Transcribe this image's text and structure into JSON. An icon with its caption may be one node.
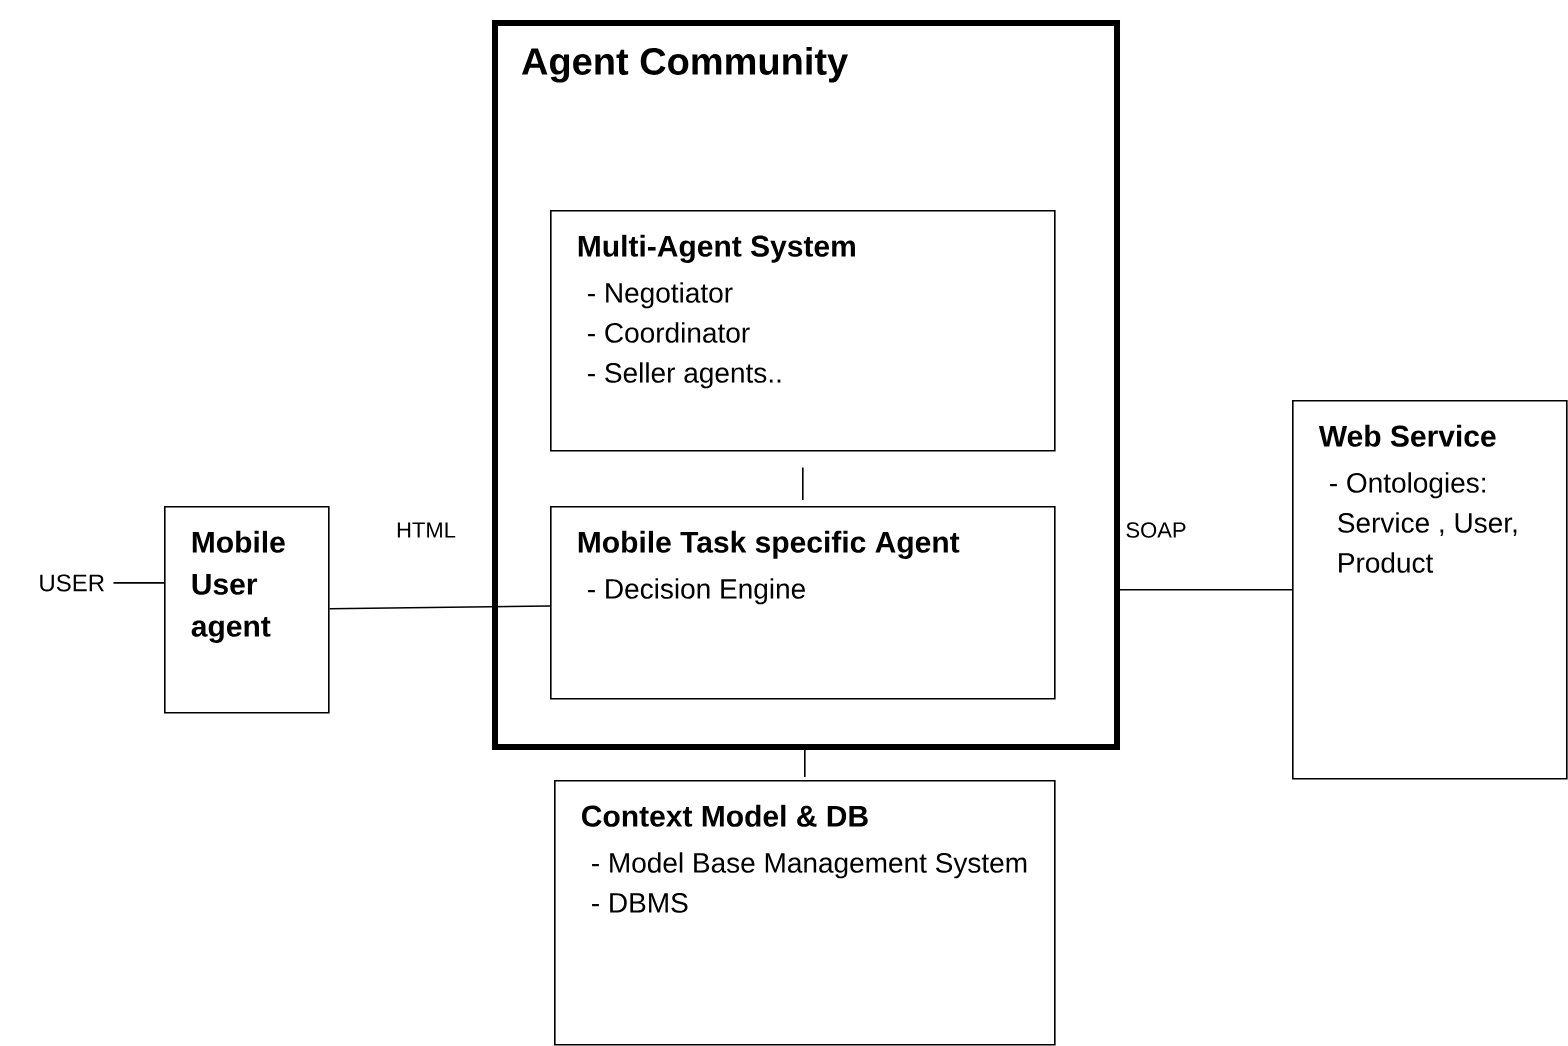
{
  "diagram": {
    "nodes": [
      {
        "text": [
          "USER"
        ]
      },
      {
        "text": [
          "Mobile User agent"
        ]
      },
      {
        "text": [
          "Agent Community"
        ]
      },
      {
        "text": [
          "Multi-Agent System",
          "- Negotiator",
          "- Coordinator",
          "- Seller agents.."
        ],
        "in": 2
      },
      {
        "text": [
          "Mobile Task specific Agent",
          "- Decision Engine"
        ],
        "in": 2
      },
      {
        "text": [
          "Web Service",
          "- Ontologies: Service , User, Product"
        ]
      },
      {
        "text": [
          "Context Model & DB",
          "- Model Base Management System",
          "- DBMS"
        ]
      }
    ],
    "edges": [
      {
        "from": 0,
        "to": 1,
        "arrow": "none"
      },
      {
        "from": 1,
        "to": 4,
        "arrow": "none",
        "label": "HTML"
      },
      {
        "from": 3,
        "to": 4,
        "arrow": "none"
      },
      {
        "from": 2,
        "to": 5,
        "arrow": "none",
        "label": "SOAP"
      },
      {
        "from": 2,
        "to": 6,
        "arrow": "none"
      }
    ]
  }
}
